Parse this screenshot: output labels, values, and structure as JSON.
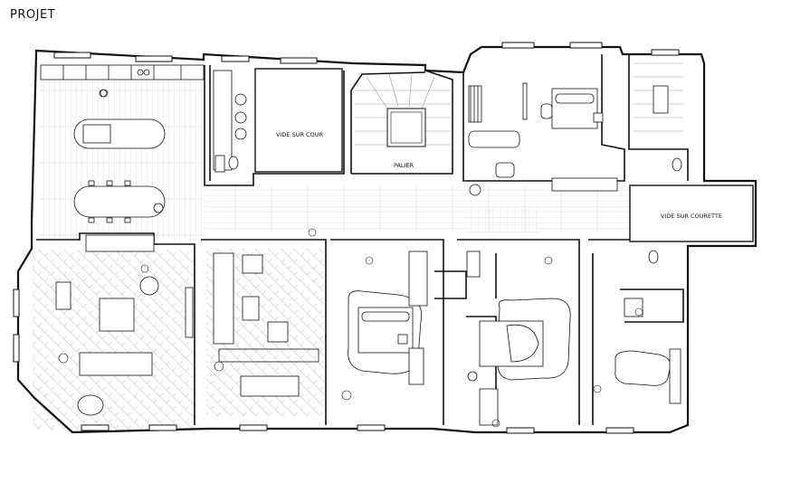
{
  "title": "PROJET",
  "rooms": {
    "vide_sur_cour": "VIDE SUR COUR",
    "palier": "PALIER",
    "vide_sur_courette": "VIDE SUR COURETTE"
  }
}
